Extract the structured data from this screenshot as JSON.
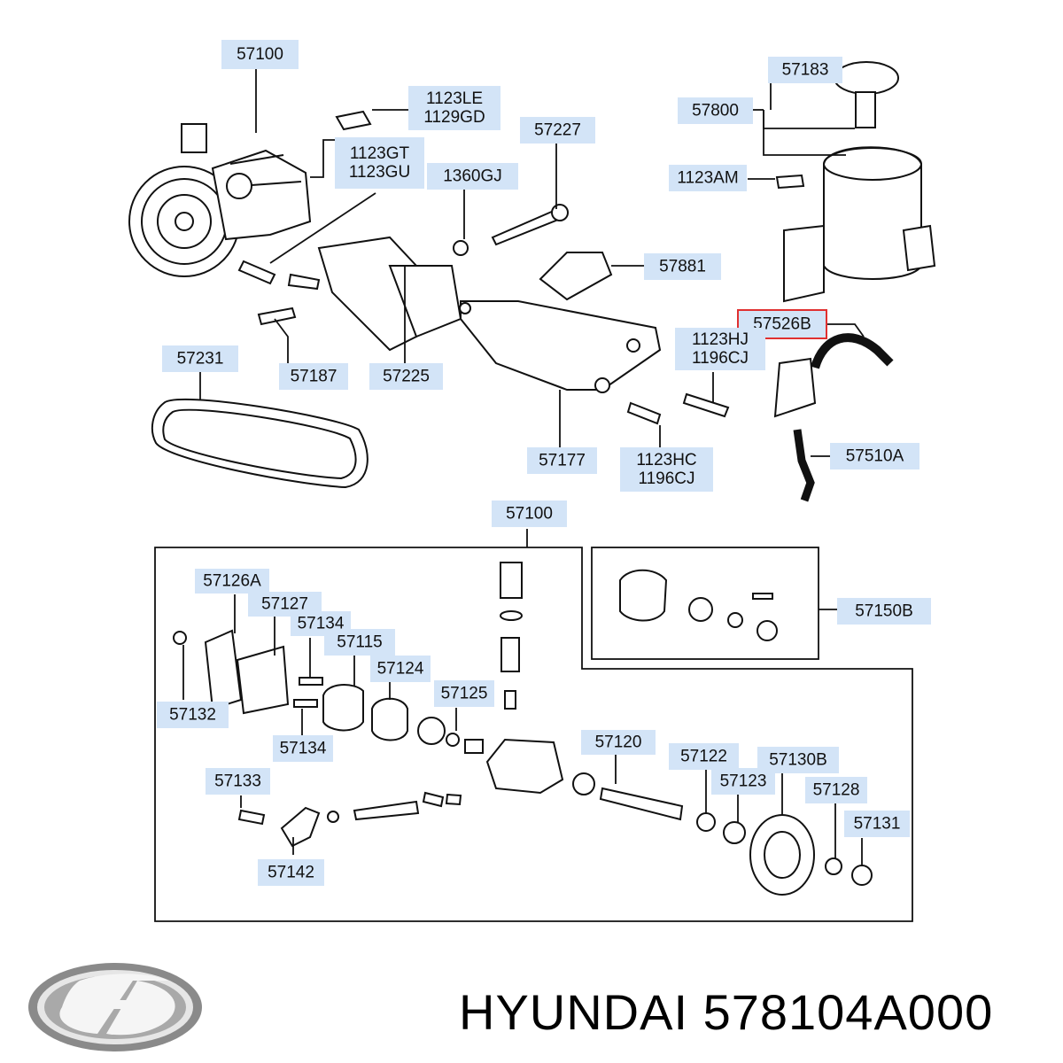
{
  "callouts": [
    {
      "text": "57100"
    },
    {
      "text": "1123LE\n1129GD"
    },
    {
      "text": "57227"
    },
    {
      "text": "1123GT\n1123GU"
    },
    {
      "text": "1360GJ"
    },
    {
      "text": "57183"
    },
    {
      "text": "57800"
    },
    {
      "text": "1123AM"
    },
    {
      "text": "57881"
    },
    {
      "text": "57526B",
      "highlight": true
    },
    {
      "text": "57231"
    },
    {
      "text": "57187"
    },
    {
      "text": "57225"
    },
    {
      "text": "1123HJ\n1196CJ"
    },
    {
      "text": "57177"
    },
    {
      "text": "1123HC\n1196CJ"
    },
    {
      "text": "57510A"
    },
    {
      "text": "57100"
    },
    {
      "text": "57126A"
    },
    {
      "text": "57127"
    },
    {
      "text": "57134"
    },
    {
      "text": "57115"
    },
    {
      "text": "57124"
    },
    {
      "text": "57125"
    },
    {
      "text": "57132"
    },
    {
      "text": "57134"
    },
    {
      "text": "57150B"
    },
    {
      "text": "57120"
    },
    {
      "text": "57122"
    },
    {
      "text": "57130B"
    },
    {
      "text": "57123"
    },
    {
      "text": "57128"
    },
    {
      "text": "57133"
    },
    {
      "text": "57131"
    },
    {
      "text": "57142"
    }
  ],
  "brand": {
    "logo": "hyundai-logo"
  },
  "footer": {
    "text": "HYUNDAI 578104A000"
  },
  "highlight_color": "#e03030",
  "label_color": "#d3e4f7"
}
